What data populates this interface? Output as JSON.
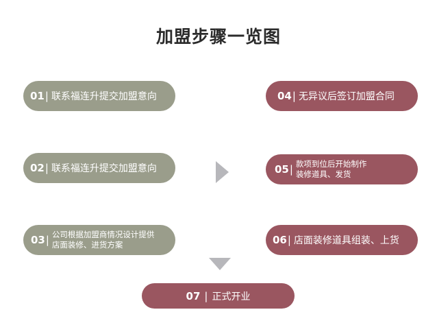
{
  "title": "加盟步骤一览图",
  "colors": {
    "green": "#9a9d8b",
    "red": "#9a5660",
    "arrow": "#b7b7bb"
  },
  "icons": {
    "step_arrow": "triangle-right-icon",
    "down_arrow": "triangle-down-icon"
  },
  "steps": [
    {
      "num": "01",
      "sep": "|",
      "lines": [
        "联系福连升提交加盟意向"
      ]
    },
    {
      "num": "02",
      "sep": "|",
      "lines": [
        "联系福连升提交加盟意向"
      ]
    },
    {
      "num": "03",
      "sep": "|",
      "lines": [
        "公司根据加盟商情况设计提供",
        "店面装修、进货方案"
      ]
    },
    {
      "num": "04",
      "sep": "|",
      "lines": [
        "无异议后签订加盟合同"
      ]
    },
    {
      "num": "05",
      "sep": "|",
      "lines": [
        "款项到位后开始制作",
        "装修道具、发货"
      ]
    },
    {
      "num": "06",
      "sep": "|",
      "lines": [
        "店面装修道具组装、上货"
      ]
    },
    {
      "num": "07",
      "sep": "|",
      "lines": [
        "正式开业"
      ]
    }
  ]
}
